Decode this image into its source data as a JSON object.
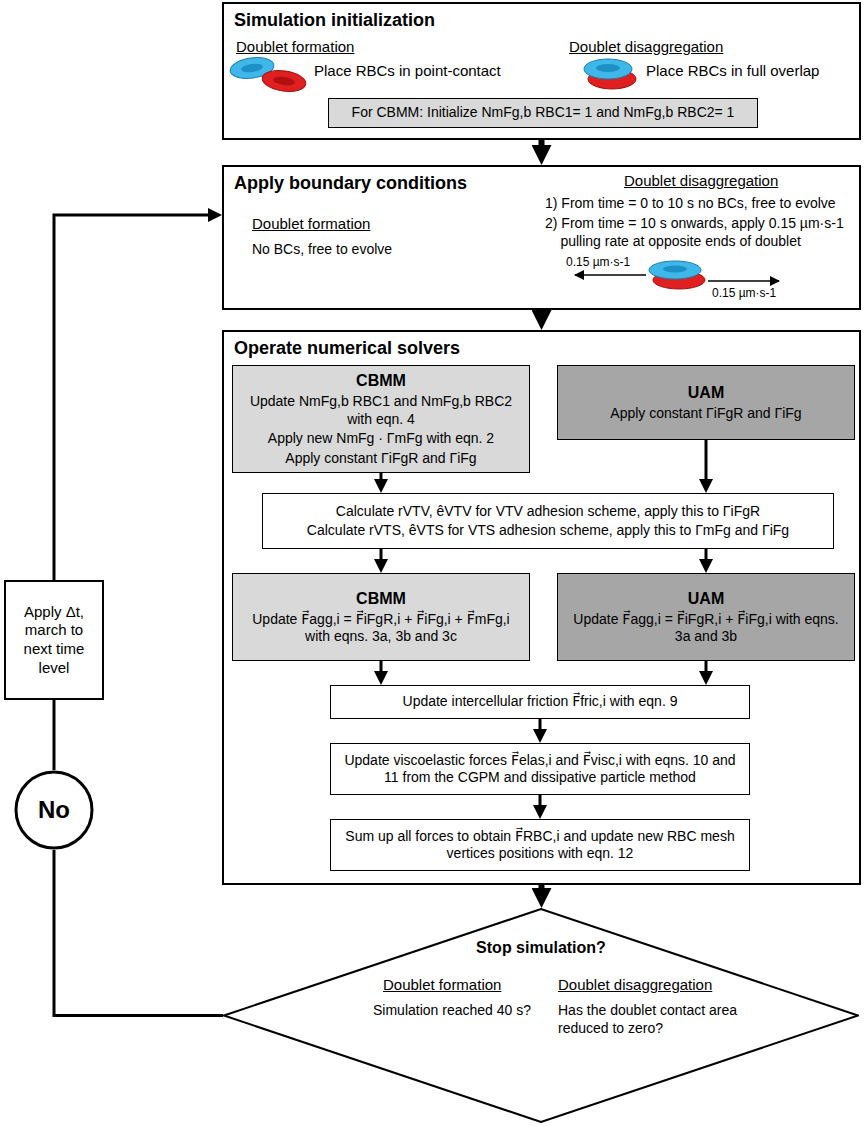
{
  "diagram": {
    "nodes": [
      {
        "text": [
          "Simulation initialization",
          "Doublet formation",
          "Place RBCs in point-contact",
          "Doublet disaggregation",
          "Place RBCs in full overlap"
        ]
      },
      {
        "text": [
          "For CBMM: Initialize NmFg,b RBC1= 1 and NmFg,b RBC2= 1"
        ],
        "in": 0
      },
      {
        "text": [
          "Apply boundary conditions",
          "Doublet formation",
          "No BCs, free to evolve",
          "Doublet disaggregation",
          "1) From time = 0 to 10 s no BCs, free to evolve",
          "2) From time = 10 s onwards, apply 0.15 µm·s-1 pulling rate at opposite ends of doublet",
          "0.15 µm·s-1",
          "0.15 µm·s-1"
        ]
      },
      {
        "text": [
          "Operate numerical solvers"
        ]
      },
      {
        "text": [
          "CBMM",
          "Update NmFg,b RBC1 and NmFg,b RBC2 with eqn. 4",
          "Apply new NmFg · ΓmFg with eqn. 2",
          "Apply constant ΓiFgR and ΓiFg"
        ],
        "in": 3
      },
      {
        "text": [
          "UAM",
          "Apply constant ΓiFgR and ΓiFg"
        ],
        "in": 3
      },
      {
        "text": [
          "Calculate rVTV, êVTV for VTV adhesion scheme, apply this to ΓiFgR",
          "Calculate rVTS, êVTS for VTS adhesion scheme, apply this to ΓmFg and ΓiFg"
        ],
        "in": 3
      },
      {
        "text": [
          "CBMM",
          "Update F⃗agg,i = F⃗iFgR,i + F⃗iFg,i + F⃗mFg,i with eqns. 3a, 3b and 3c"
        ],
        "in": 3
      },
      {
        "text": [
          "UAM",
          "Update F⃗agg,i = F⃗iFgR,i + F⃗iFg,i with eqns. 3a and 3b"
        ],
        "in": 3
      },
      {
        "text": [
          "Update intercellular friction F⃗fric,i with eqn. 9"
        ],
        "in": 3
      },
      {
        "text": [
          "Update viscoelastic forces F⃗elas,i and F⃗visc,i with eqns. 10 and 11 from the CGPM and dissipative particle method"
        ],
        "in": 3
      },
      {
        "text": [
          "Sum up all forces to obtain F⃗RBC,i and update new RBC mesh vertices positions with eqn. 12"
        ],
        "in": 3
      },
      {
        "text": [
          "Stop simulation?",
          "Doublet formation",
          "Simulation reached 40 s?",
          "Doublet disaggregation",
          "Has the doublet contact area reduced to zero?"
        ]
      },
      {
        "text": [
          "Apply Δt, march to next time level"
        ]
      },
      {
        "text": [
          "No"
        ]
      }
    ],
    "edges": [
      {
        "from": 0,
        "to": 2,
        "arrow": "to"
      },
      {
        "from": 2,
        "to": 3,
        "arrow": "to"
      },
      {
        "from": 4,
        "to": 6,
        "arrow": "to"
      },
      {
        "from": 5,
        "to": 6,
        "arrow": "to"
      },
      {
        "from": 6,
        "to": 7,
        "arrow": "to"
      },
      {
        "from": 6,
        "to": 8,
        "arrow": "to"
      },
      {
        "from": 7,
        "to": 9,
        "arrow": "to"
      },
      {
        "from": 8,
        "to": 9,
        "arrow": "to"
      },
      {
        "from": 9,
        "to": 10,
        "arrow": "to"
      },
      {
        "from": 10,
        "to": 11,
        "arrow": "to"
      },
      {
        "from": 3,
        "to": 12,
        "arrow": "to"
      },
      {
        "from": 12,
        "to": 14,
        "arrow": "none"
      },
      {
        "from": 14,
        "to": 13,
        "arrow": "none"
      },
      {
        "from": 13,
        "to": 2,
        "arrow": "to"
      }
    ]
  }
}
